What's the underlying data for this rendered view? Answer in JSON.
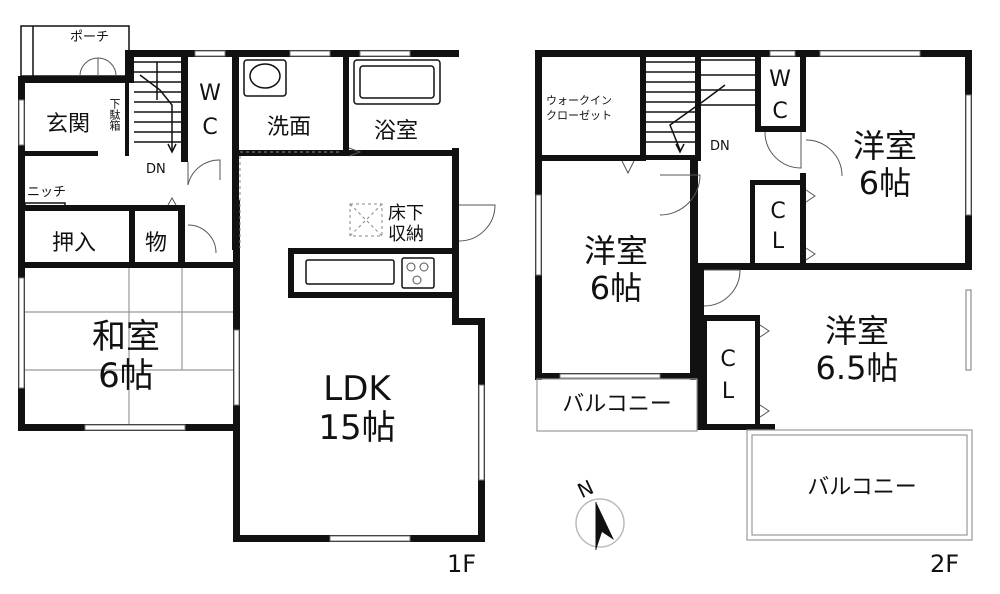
{
  "floor1": {
    "label": "1F",
    "porch": "ポーチ",
    "entrance": "玄関",
    "shoe_storage": "下駄箱",
    "down": "DN",
    "wc_w": "W",
    "wc_c": "C",
    "washroom": "洗面",
    "bathroom": "浴室",
    "niche": "ニッチ",
    "oshiire": "押入",
    "storage": "物",
    "underfloor_1": "床下",
    "underfloor_2": "収納",
    "washitsu_name": "和室",
    "washitsu_size": "6帖",
    "ldk_name": "LDK",
    "ldk_size": "15帖"
  },
  "floor2": {
    "label": "2F",
    "walkin_1": "ウォークイン",
    "walkin_2": "クローゼット",
    "down": "DN",
    "wc_w": "W",
    "wc_c": "C",
    "room_ne_name": "洋室",
    "room_ne_size": "6帖",
    "room_ne_cl_c": "C",
    "room_ne_cl_l": "L",
    "room_w_name": "洋室",
    "room_w_size": "6帖",
    "balcony_small": "バルコニー",
    "room_se_cl_c": "C",
    "room_se_cl_l": "L",
    "room_se_name": "洋室",
    "room_se_size": "6.5帖",
    "balcony_large": "バルコニー",
    "north": "N"
  }
}
